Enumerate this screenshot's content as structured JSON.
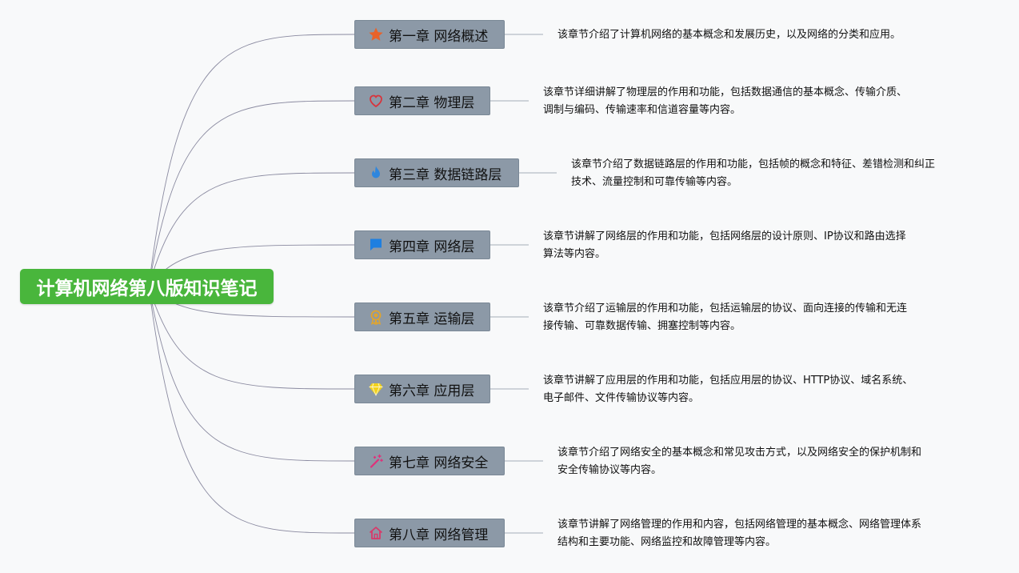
{
  "root": {
    "title": "计算机网络第八版知识笔记"
  },
  "chapters": [
    {
      "label": "第一章 网络概述",
      "icon": "star-icon",
      "color": "#e8622a",
      "desc": [
        "该章节介绍了计算机网络的基本概念和发展历史，以及网络的分类和应用。"
      ]
    },
    {
      "label": "第二章 物理层",
      "icon": "heart-icon",
      "color": "#d8343c",
      "desc": [
        "该章节详细讲解了物理层的作用和功能，包括数据通信的基本概念、传输介质、",
        "调制与编码、传输速率和信道容量等内容。"
      ]
    },
    {
      "label": "第三章 数据链路层",
      "icon": "flame-icon",
      "color": "#2e86de",
      "desc": [
        "该章节介绍了数据链路层的作用和功能，包括帧的概念和特征、差错检测和纠正",
        "技术、流量控制和可靠传输等内容。"
      ]
    },
    {
      "label": "第四章 网络层",
      "icon": "flag-icon",
      "color": "#1e7fe0",
      "desc": [
        "该章节讲解了网络层的作用和功能，包括网络层的设计原则、IP协议和路由选择",
        "算法等内容。"
      ]
    },
    {
      "label": "第五章 运输层",
      "icon": "award-icon",
      "color": "#e0a52e",
      "desc": [
        "该章节介绍了运输层的作用和功能，包括运输层的协议、面向连接的传输和无连",
        "接传输、可靠数据传输、拥塞控制等内容。"
      ]
    },
    {
      "label": "第六章 应用层",
      "icon": "diamond-icon",
      "color": "#f2d21b",
      "desc": [
        "该章节讲解了应用层的作用和功能，包括应用层的协议、HTTP协议、域名系统、",
        "电子邮件、文件传输协议等内容。"
      ]
    },
    {
      "label": "第七章 网络安全",
      "icon": "magic-wand-icon",
      "color": "#e0307a",
      "desc": [
        "该章节介绍了网络安全的基本概念和常见攻击方式，以及网络安全的保护机制和",
        "安全传输协议等内容。"
      ]
    },
    {
      "label": "第八章 网络管理",
      "icon": "home-icon",
      "color": "#d83a6a",
      "desc": [
        "该章节讲解了网络管理的作用和内容，包括网络管理的基本概念、网络管理体系",
        "结构和主要功能、网络监控和故障管理等内容。"
      ]
    }
  ],
  "colors": {
    "root_bg": "#49b63c",
    "node_bg": "#8c99a7",
    "line": "#8a8aa0"
  }
}
